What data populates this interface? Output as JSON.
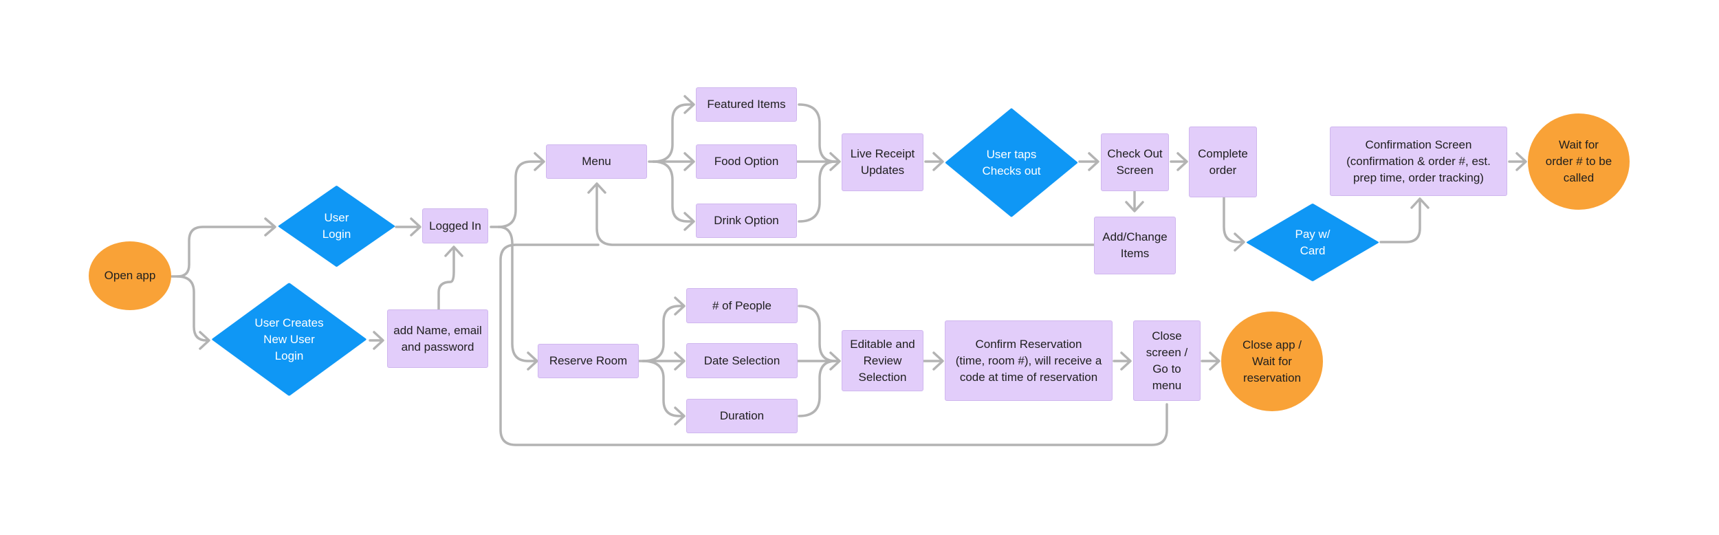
{
  "colors": {
    "process": "#e2cdfa",
    "process_border": "#cfb6ee",
    "decision": "#0f97f5",
    "terminal": "#f9a237",
    "connector": "#b3b3b3"
  },
  "nodes": {
    "open_app": "Open app",
    "user_login": "User\nLogin",
    "user_creates": "User Creates\nNew User\nLogin",
    "add_name": "add Name, email\nand password",
    "logged_in": "Logged In",
    "menu": "Menu",
    "featured": "Featured Items",
    "food": "Food Option",
    "drink": "Drink Option",
    "live_receipt": "Live Receipt\nUpdates",
    "user_taps": "User taps\nChecks out",
    "checkout": "Check Out\nScreen",
    "add_change": "Add/Change\nItems",
    "complete": "Complete\norder",
    "pay": "Pay w/\nCard",
    "confirmation": "Confirmation Screen\n(confirmation & order #, est.\nprep time, order tracking)",
    "wait_order": "Wait for\norder # to be\ncalled",
    "reserve": "Reserve Room",
    "people": "# of People",
    "date": "Date Selection",
    "duration": "Duration",
    "editable": "Editable and\nReview\nSelection",
    "confirm_res": "Confirm Reservation\n(time, room #), will receive a\ncode at time of reservation",
    "close_screen": "Close\nscreen /\nGo to\nmenu",
    "close_app": "Close app /\nWait for\nreservation"
  }
}
